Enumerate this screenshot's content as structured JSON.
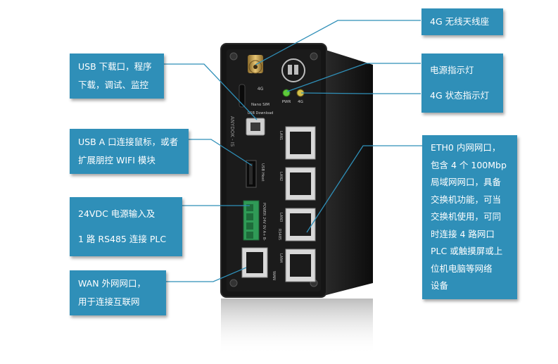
{
  "colors": {
    "callout_bg": "#2f8fb8",
    "callout_text": "#ffffff",
    "leader": "#2f8fb8",
    "device_body": "#141414"
  },
  "callouts": {
    "antenna": {
      "lines": [
        "4G 无线天线座"
      ]
    },
    "usb_download": {
      "lines": [
        "USB 下载口，程序",
        "下载，调试、监控"
      ]
    },
    "leds": {
      "lines": [
        "电源指示灯",
        "4G 状态指示灯"
      ]
    },
    "usb_a": {
      "lines": [
        "USB A 口连接鼠标，或者",
        "扩展朋控 WIFI 模块"
      ]
    },
    "eth0": {
      "lines": [
        "ETH0 内网网口，",
        "包含 4 个 100Mbp",
        "局域网网口，具备",
        "交换机功能，可当",
        "交换机使用，可同",
        "时连接 4 路网口",
        "PLC 或触摸屏或上",
        "位机电脑等网络",
        "设备"
      ]
    },
    "power": {
      "lines": [
        "24VDC 电源输入及",
        "1 路 RS485 连接 PLC"
      ]
    },
    "wan": {
      "lines": [
        "WAN 外网网口，",
        "用于连接互联网"
      ]
    }
  },
  "device_labels": {
    "sim": "4G",
    "sim_sub": "Nano SIM",
    "usb_download": "USB Download",
    "pwr": "PWR",
    "led_4g": "4G",
    "brand": "ANYDOK - IS",
    "usb_host": "USB Host",
    "terminal": "POWER 24V 0V A+ B-",
    "rs485": "RS485",
    "lan1": "LAN1",
    "lan2": "LAN2",
    "lan3": "LAN3",
    "lan4": "LAN4",
    "wan": "WAN"
  }
}
